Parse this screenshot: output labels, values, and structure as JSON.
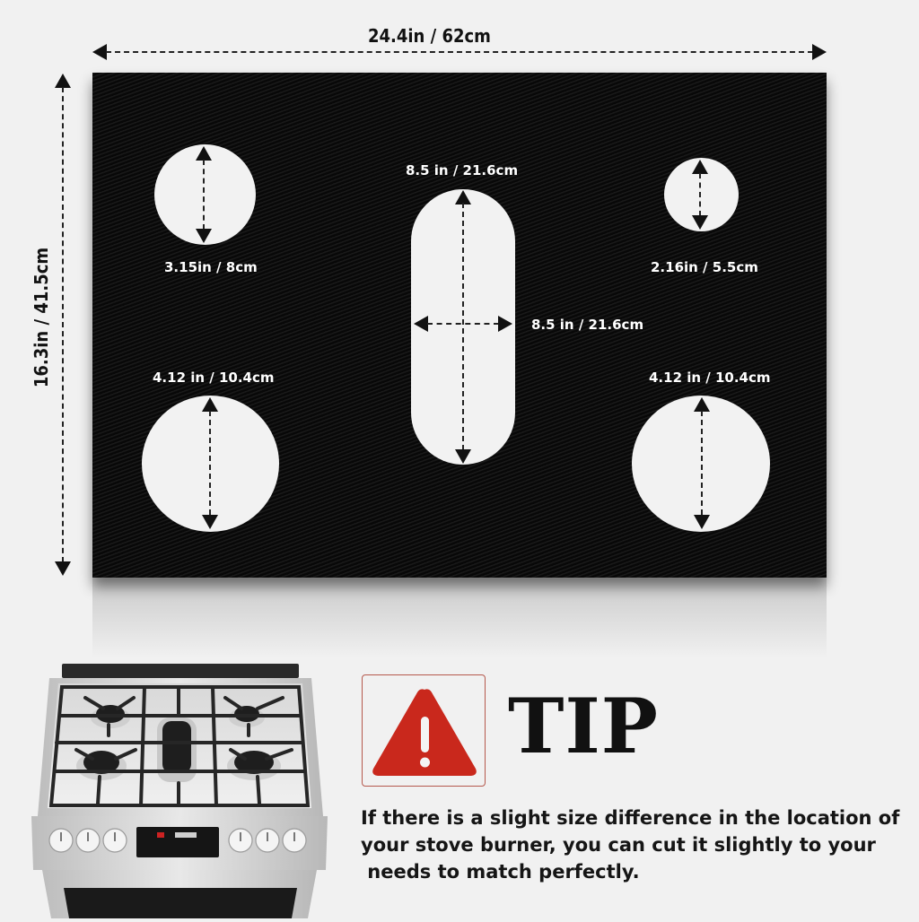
{
  "product": {
    "width_label": "24.4in / 62cm",
    "height_label": "16.3in / 41.5cm"
  },
  "burners": [
    {
      "id": "top-left",
      "shape": "circle",
      "label": "3.15in / 8cm"
    },
    {
      "id": "top-right",
      "shape": "circle",
      "label": "2.16in / 5.5cm"
    },
    {
      "id": "center",
      "shape": "oval",
      "length_label": "8.5 in / 21.6cm",
      "width_label": "8.5 in / 21.6cm"
    },
    {
      "id": "bottom-left",
      "shape": "circle",
      "label": "4.12 in / 10.4cm"
    },
    {
      "id": "bottom-right",
      "shape": "circle",
      "label": "4.12 in / 10.4cm"
    }
  ],
  "tip": {
    "icon": "warning-triangle-icon",
    "title": "TIP",
    "lines": [
      "If there is a slight size difference in the location of",
      "your stove burner, you can cut it slightly to your",
      " needs to match perfectly."
    ]
  },
  "colors": {
    "mat": "#0d0d0d",
    "background": "#f1f1f1",
    "warning_red": "#c9281c",
    "tip_border": "#b5594d"
  }
}
